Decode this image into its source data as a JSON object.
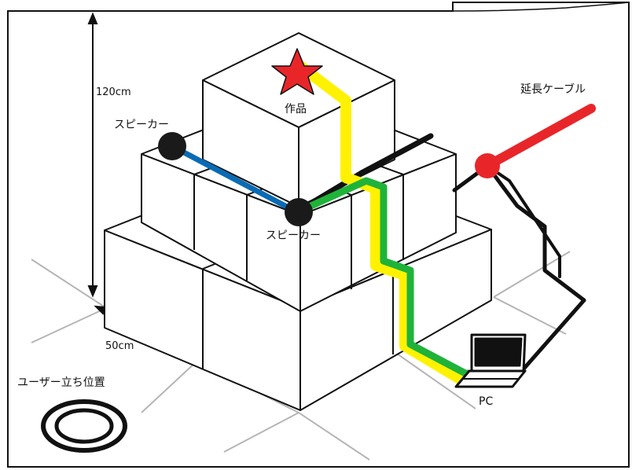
{
  "labels": {
    "height": "120cm",
    "width": "50cm",
    "artwork": "作品",
    "speaker_upper": "スピーカー",
    "speaker_center": "スピーカー",
    "extension_cable": "延長ケーブル",
    "user_position": "ユーザー立ち位置",
    "pc": "PC"
  },
  "colors": {
    "star": "#e8262a",
    "cable_yellow": "#fff200",
    "cable_green": "#1fb33a",
    "cable_blue": "#0a6bb5",
    "cable_red": "#e8262a",
    "cable_black": "#111111",
    "speaker": "#1a1a1a",
    "outline": "#111111"
  }
}
